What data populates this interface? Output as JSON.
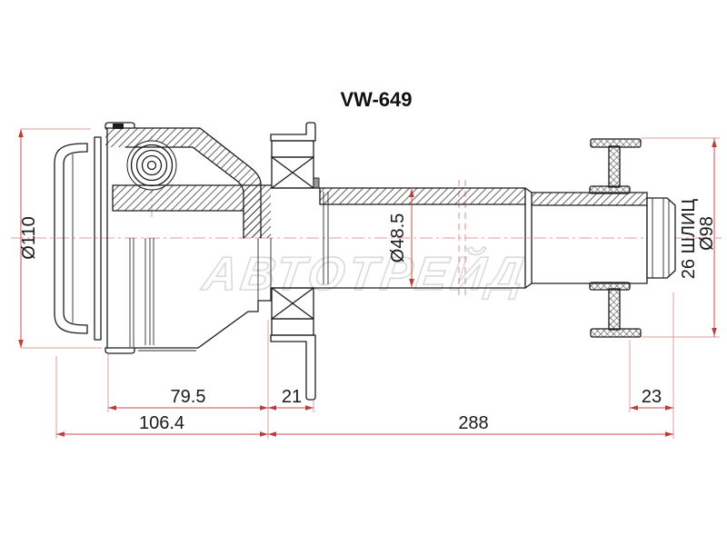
{
  "title": "VW-649",
  "watermark": "АВТОТРЕЙД",
  "dimensions": {
    "housing_od": "Ø110",
    "shaft_od": "Ø48.5",
    "splines": "26 ШЛИЦ",
    "flange_od": "Ø98",
    "len_joint": "79.5",
    "len_bearing": "21",
    "len_spline_end": "23",
    "len_left_total": "106.4",
    "len_shaft": "288"
  },
  "colors": {
    "line": "#1c1c1c",
    "dimension_line": "#cc4b4b",
    "extension_line": "#e39c9c",
    "watermark": "#dadada",
    "background": "#ffffff"
  }
}
